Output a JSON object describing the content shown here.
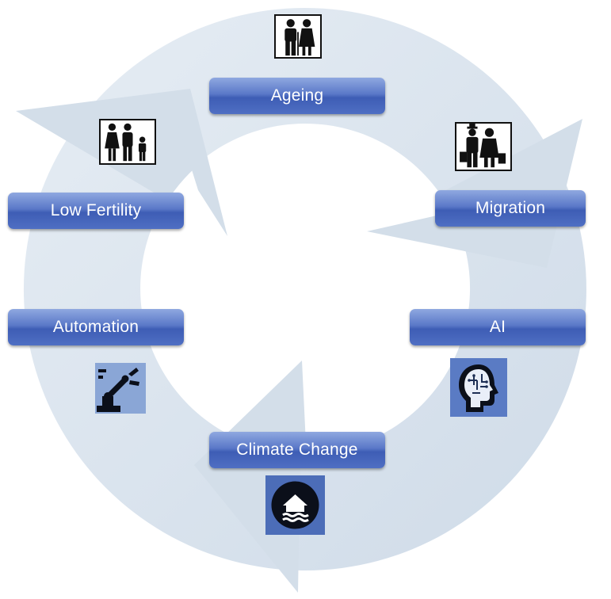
{
  "diagram": {
    "nodes": [
      {
        "id": "ageing",
        "label": "Ageing",
        "icon": "elderly-couple-icon"
      },
      {
        "id": "migration",
        "label": "Migration",
        "icon": "migrants-with-luggage-icon"
      },
      {
        "id": "ai",
        "label": "AI",
        "icon": "ai-head-circuit-icon"
      },
      {
        "id": "climate",
        "label": "Climate Change",
        "icon": "flooded-house-icon"
      },
      {
        "id": "automation",
        "label": "Automation",
        "icon": "robot-arm-icon"
      },
      {
        "id": "fertility",
        "label": "Low Fertility",
        "icon": "family-icon"
      }
    ],
    "colors": {
      "ring": "#dbe5ef",
      "label_top": "#8fa8e0",
      "label_bottom": "#3e5db5",
      "label_text": "#ffffff",
      "icon_dark": "#1e2f55",
      "icon_mid": "#5a7bc4"
    }
  }
}
